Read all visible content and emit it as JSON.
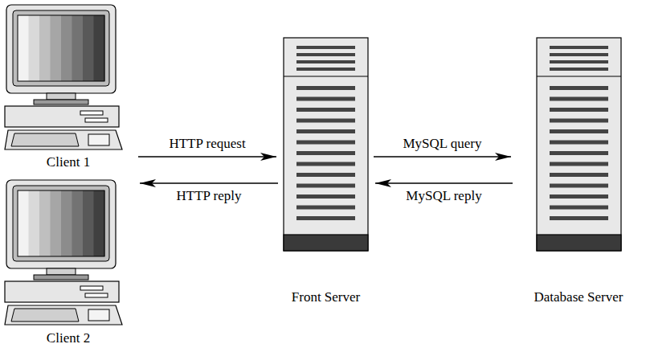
{
  "diagram": {
    "nodes": [
      {
        "text": [
          "Client 1"
        ]
      },
      {
        "text": [
          "Client 2"
        ]
      },
      {
        "text": [
          "Front Server"
        ]
      },
      {
        "text": [
          "Database Server"
        ]
      }
    ],
    "edges": [
      {
        "from": 0,
        "to": 2,
        "label": "HTTP request",
        "arrow": "to"
      },
      {
        "from": 2,
        "to": 1,
        "label": "HTTP reply",
        "arrow": "to"
      },
      {
        "from": 2,
        "to": 3,
        "label": "MySQL query",
        "arrow": "to"
      },
      {
        "from": 3,
        "to": 2,
        "label": "MySQL reply",
        "arrow": "to"
      }
    ]
  }
}
